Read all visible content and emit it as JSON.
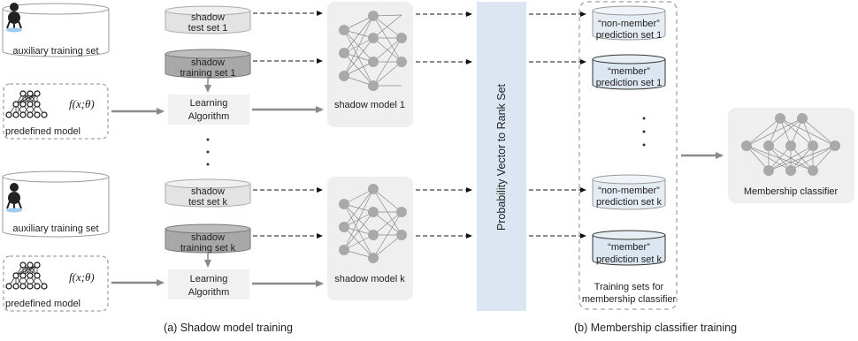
{
  "aux_set_label": "auxiliary training set",
  "predefined_model_label": "predefined model",
  "model_function": "f(x;θ)",
  "shadow_test_1": [
    "shadow",
    "test set 1"
  ],
  "shadow_train_1": [
    "shadow",
    "training set 1"
  ],
  "learning_algorithm": [
    "Learning",
    "Algorithm"
  ],
  "shadow_model_1": "shadow model 1",
  "shadow_test_k": [
    "shadow",
    "test set k"
  ],
  "shadow_train_k": [
    "shadow",
    "training set k"
  ],
  "shadow_model_k": "shadow model k",
  "rank_label": "Probability Vector to Rank Set",
  "pred_nonmember_1": [
    "“non-member”",
    "prediction set 1"
  ],
  "pred_member_1": [
    "“member”",
    "prediction set 1"
  ],
  "pred_nonmember_k": [
    "“non-member”",
    "prediction set k"
  ],
  "pred_member_k": [
    "“member”",
    "prediction set k"
  ],
  "training_sets_caption": [
    "Training sets for",
    "membership classifier"
  ],
  "membership_classifier": "Membership classifier",
  "caption_a": "(a) Shadow model training",
  "caption_b": "(b) Membership classifier training",
  "colors": {
    "cyl_light": "#e3e3e3",
    "cyl_dark": "#a8a8a8",
    "cyl_blue": "#dbe6f1",
    "rank_panel": "#dce6f2",
    "model_panel": "#efefef",
    "node": "#a9a9a9",
    "arrow_solid": "#8a8a8a"
  },
  "icons": [
    "github-octocat-icon",
    "neural-network-icon"
  ]
}
